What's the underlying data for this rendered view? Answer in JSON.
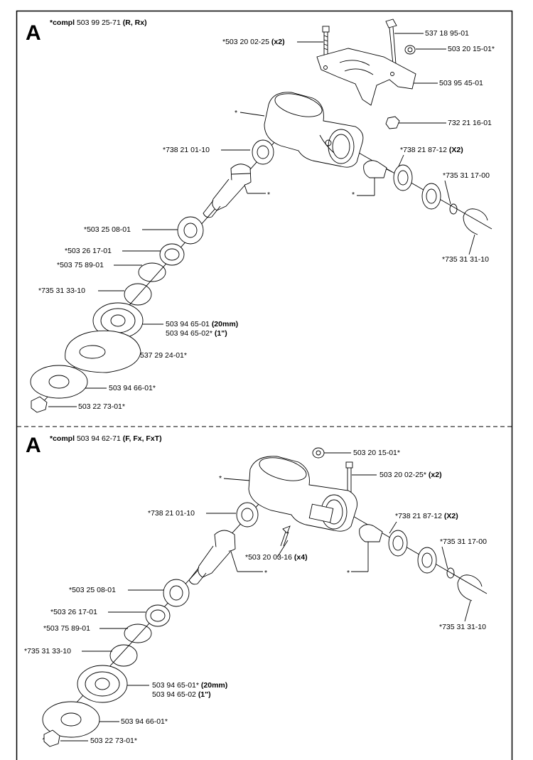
{
  "sections": [
    {
      "letter": "A",
      "title_prefix": "*compl",
      "title_number": "503 99 25-71",
      "title_models": "(R, Rx)",
      "labels": {
        "bolt": {
          "text": "*503 20 02-25",
          "bold": "(x2)"
        },
        "clamp_screw": {
          "text": "537 18 95-01",
          "bold": ""
        },
        "plug": {
          "text": "503 20 15-01*",
          "bold": ""
        },
        "guard_plate": {
          "text": "503 95 45-01",
          "bold": ""
        },
        "nut": {
          "text": "732 21 16-01",
          "bold": ""
        },
        "housing_star": {
          "text": "*",
          "bold": ""
        },
        "bearing_top": {
          "text": "*738 21 01-10",
          "bold": ""
        },
        "bearing_right": {
          "text": "*738 21 87-12",
          "bold": "(X2)"
        },
        "circlip_small": {
          "text": "*735 31 17-00",
          "bold": ""
        },
        "gear_star": {
          "text": "*",
          "bold": ""
        },
        "pinion_star": {
          "text": "*",
          "bold": ""
        },
        "circlip_large": {
          "text": "*735 31 31-10",
          "bold": ""
        },
        "bearing_lower": {
          "text": "*503 25 08-01",
          "bold": ""
        },
        "seal": {
          "text": "*503 26 17-01",
          "bold": ""
        },
        "ring": {
          "text": "*503 75 89-01",
          "bold": ""
        },
        "circlip_mid": {
          "text": "*735 31 33-10",
          "bold": ""
        },
        "drive_disc_a": {
          "text": "503 94 65-01",
          "bold": "(20mm)"
        },
        "drive_disc_b": {
          "text": "503 94 65-02*",
          "bold": "(1\")"
        },
        "support_cup": {
          "text": "537 29 24-01*",
          "bold": ""
        },
        "washer": {
          "text": "503 94 66-01*",
          "bold": ""
        },
        "nut_bottom": {
          "text": "503 22 73-01*",
          "bold": ""
        }
      }
    },
    {
      "letter": "A",
      "title_prefix": "*compl",
      "title_number": "503 94 62-71",
      "title_models": "(F, Fx, FxT)",
      "labels": {
        "plug": {
          "text": "503 20 15-01*",
          "bold": ""
        },
        "bolt": {
          "text": "503 20 02-25*",
          "bold": "(x2)"
        },
        "housing_star": {
          "text": "*",
          "bold": ""
        },
        "bearing_top": {
          "text": "*738 21 01-10",
          "bold": ""
        },
        "bearing_right": {
          "text": "*738 21 87-12",
          "bold": "(X2)"
        },
        "screw": {
          "text": "*503 20 03-16",
          "bold": "(x4)"
        },
        "circlip_small": {
          "text": "*735 31 17-00",
          "bold": ""
        },
        "gear_star": {
          "text": "*",
          "bold": ""
        },
        "pinion_star": {
          "text": "*",
          "bold": ""
        },
        "bearing_lower": {
          "text": "*503 25 08-01",
          "bold": ""
        },
        "circlip_large": {
          "text": "*735 31 31-10",
          "bold": ""
        },
        "seal": {
          "text": "*503 26 17-01",
          "bold": ""
        },
        "ring": {
          "text": "*503 75 89-01",
          "bold": ""
        },
        "circlip_mid": {
          "text": "*735 31 33-10",
          "bold": ""
        },
        "drive_disc_a": {
          "text": "503 94 65-01*",
          "bold": "(20mm)"
        },
        "drive_disc_b": {
          "text": "503 94 65-02",
          "bold": "(1\")"
        },
        "washer": {
          "text": "503 94 66-01*",
          "bold": ""
        },
        "nut_bottom": {
          "text": "503 22 73-01*",
          "bold": ""
        }
      }
    }
  ]
}
